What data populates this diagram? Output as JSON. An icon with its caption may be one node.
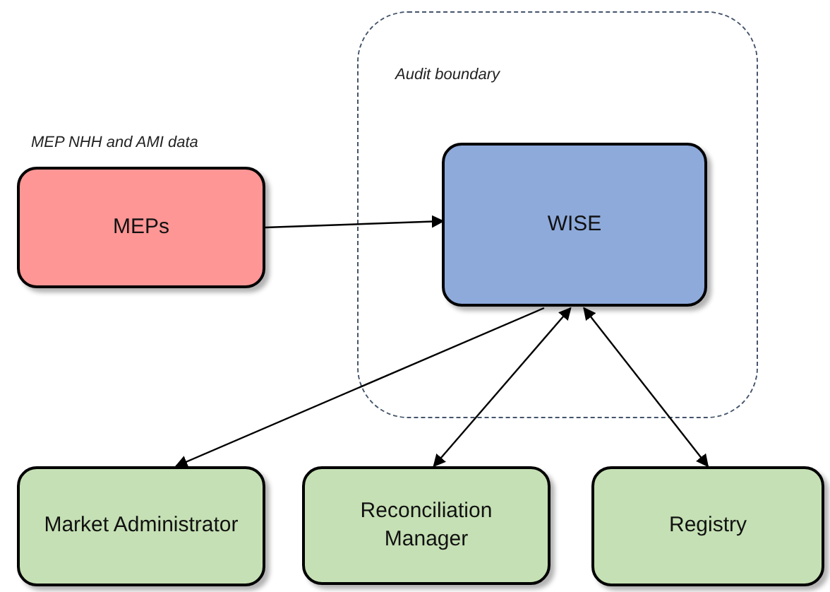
{
  "diagram": {
    "nodes": [
      {
        "text": [
          "Audit boundary"
        ]
      },
      {
        "text": [
          "MEP NHH and AMI data",
          "MEPs"
        ]
      },
      {
        "text": [
          "WISE"
        ],
        "in": 0
      },
      {
        "text": [
          "Market Administrator"
        ]
      },
      {
        "text": [
          "Reconciliation Manager"
        ]
      },
      {
        "text": [
          "Registry"
        ]
      }
    ],
    "edges": [
      {
        "from": 1,
        "to": 2,
        "arrow": "to"
      },
      {
        "from": 2,
        "to": 3,
        "arrow": "to"
      },
      {
        "from": 4,
        "to": 2,
        "arrow": "both"
      },
      {
        "from": 5,
        "to": 2,
        "arrow": "both"
      }
    ]
  }
}
